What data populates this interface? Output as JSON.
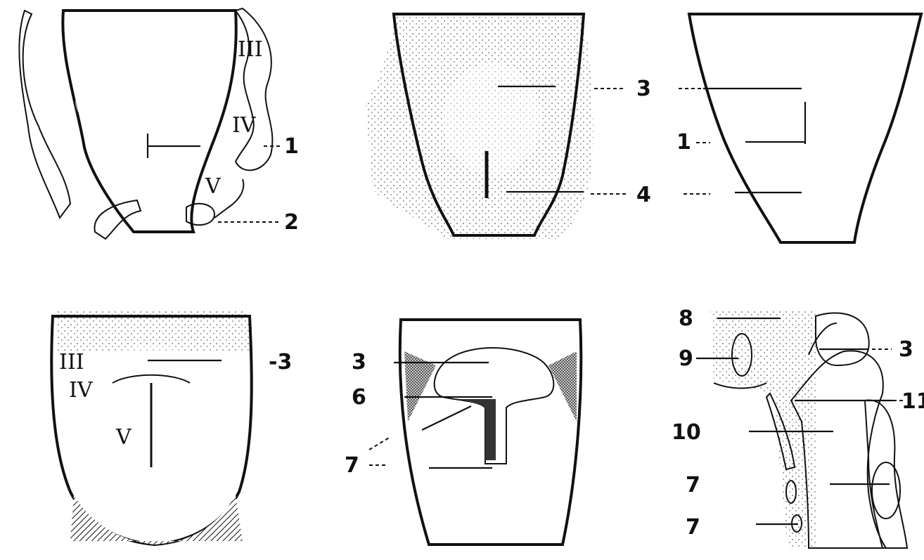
{
  "panels": {
    "p1": {
      "labels": [
        "III",
        "IV",
        "V",
        "1",
        "2"
      ]
    },
    "p2": {
      "labels": [
        "3",
        "4"
      ]
    },
    "p3": {
      "labels": [
        "1",
        "3",
        "4"
      ]
    },
    "p4": {
      "labels": [
        "III",
        "IV",
        "V",
        "-3"
      ]
    },
    "p5": {
      "labels": [
        "3",
        "6",
        "7"
      ]
    },
    "p6": {
      "labels": [
        "8",
        "9",
        "10",
        "7",
        "7",
        "3",
        "11"
      ]
    }
  }
}
